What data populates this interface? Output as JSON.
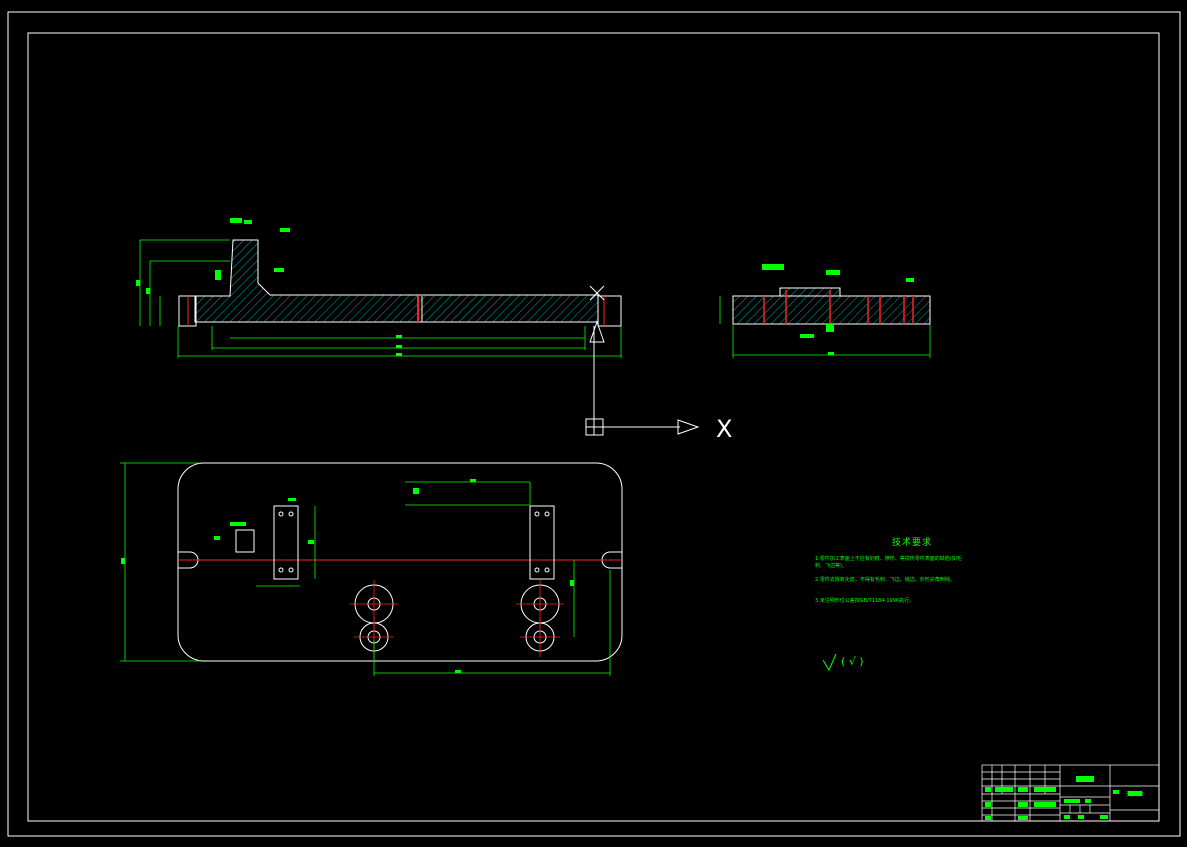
{
  "drawing": {
    "line_color": "#ffffff",
    "dimension_color": "#00ff00",
    "hatch_color": "#00c8c8",
    "center_line_color": "#ff2020",
    "background_color": "#000000"
  },
  "view_labels": {
    "view_arrow_letter": "X",
    "surface_finish_note": "( √ )"
  },
  "technical_requirements": {
    "title": "技术要求",
    "lines": [
      "1.零件加工表面上不应有划痕、擦伤、等损伤零件表面的缺陷(如毛",
      "刺、飞边等)。",
      "2.零件去除氧化皮。不得有毛刺、飞边、锐边、外形尖角倒钝。",
      "3.未注明形位公差按GB/T1184-1996执行。"
    ]
  },
  "title_block": {
    "drawing_name": "夹具体",
    "company": ""
  }
}
